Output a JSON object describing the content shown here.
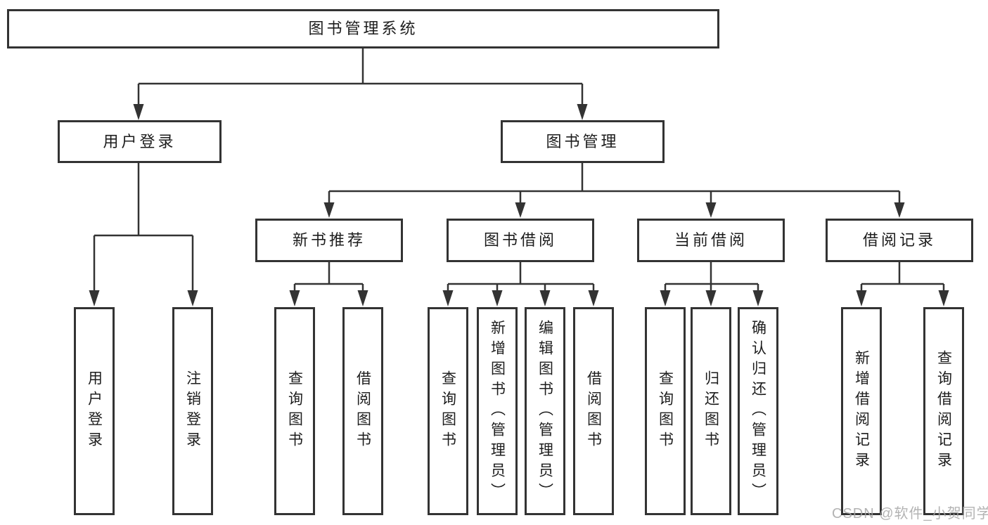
{
  "tree": {
    "label": "图书管理系统",
    "children": [
      {
        "label": "用户登录",
        "children": [
          {
            "label": "用户登录"
          },
          {
            "label": "注销登录"
          }
        ]
      },
      {
        "label": "图书管理",
        "children": [
          {
            "label": "新书推荐",
            "children": [
              {
                "label": "查询图书"
              },
              {
                "label": "借阅图书"
              }
            ]
          },
          {
            "label": "图书借阅",
            "children": [
              {
                "label": "查询图书"
              },
              {
                "label": "新增图书（管理员）"
              },
              {
                "label": "编辑图书（管理员）"
              },
              {
                "label": "借阅图书"
              }
            ]
          },
          {
            "label": "当前借阅",
            "children": [
              {
                "label": "查询图书"
              },
              {
                "label": "归还图书"
              },
              {
                "label": "确认归还（管理员）"
              }
            ]
          },
          {
            "label": "借阅记录",
            "children": [
              {
                "label": "新增借阅记录"
              },
              {
                "label": "查询借阅记录"
              }
            ]
          }
        ]
      }
    ]
  },
  "watermark": {
    "text": "CSDN @软件_小贺同学"
  },
  "colors": {
    "line": "#333333",
    "box_border": "#333333",
    "box_fill": "#ffffff",
    "text": "#1d1d1d",
    "watermark": "#a6a6a6"
  }
}
